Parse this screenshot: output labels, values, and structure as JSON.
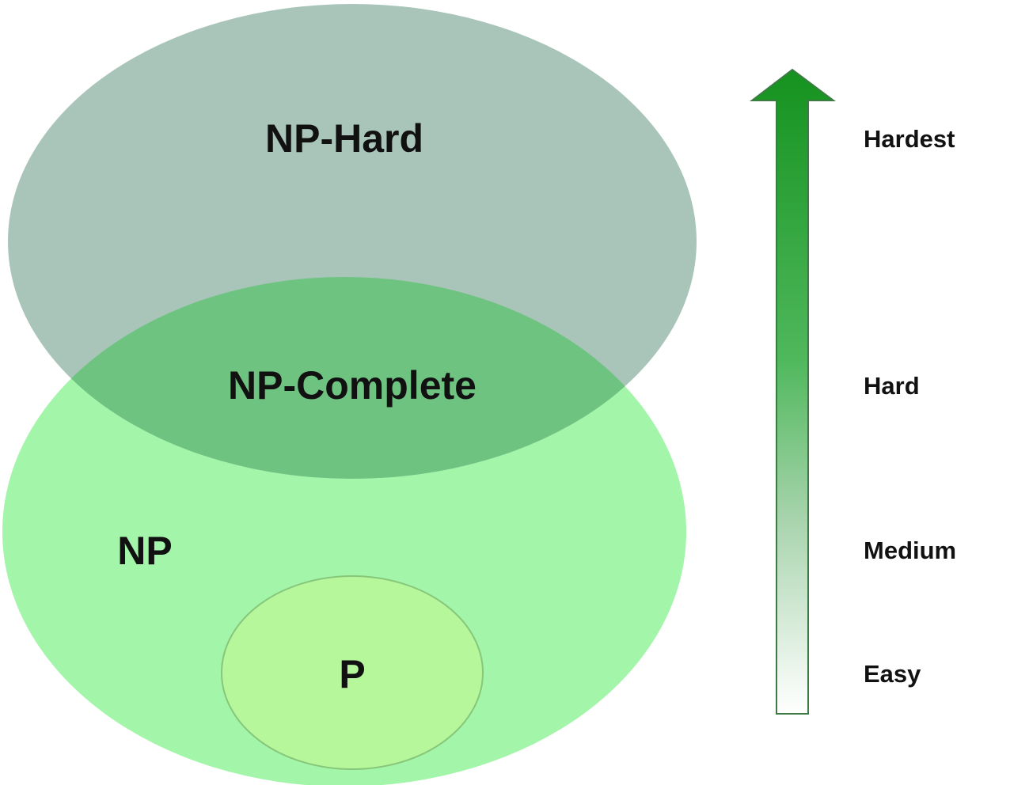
{
  "sets": {
    "np_hard": "NP-Hard",
    "np_complete": "NP-Complete",
    "np": "NP",
    "p": "P"
  },
  "scale": {
    "levels": [
      "Hardest",
      "Hard",
      "Medium",
      "Easy"
    ]
  },
  "colors": {
    "np_hard": "#a9c5b9",
    "np": "#a2f5a9",
    "np_complete": "#6fc381",
    "p": "#b6f79c",
    "arrow_top": "#15921f"
  }
}
